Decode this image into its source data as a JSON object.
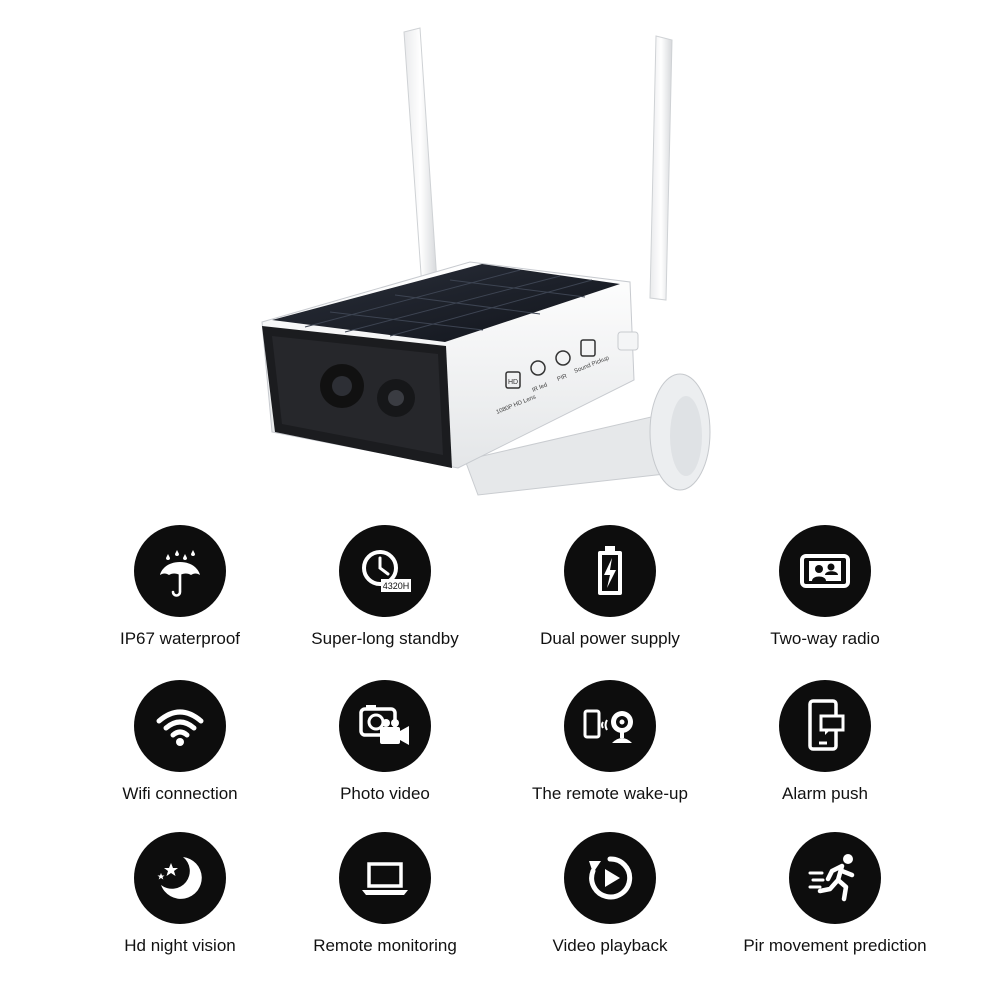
{
  "product": {
    "lens_label": "1080P HD Lens",
    "ir_label": "IR led",
    "pir_label": "PIR",
    "sound_label": "Sound Pickup",
    "hd_badge": "HD"
  },
  "features": [
    {
      "label": "IP67 waterproof",
      "icon": "umbrella-rain-icon"
    },
    {
      "label": "Super-long standby",
      "icon": "clock-standby-icon",
      "badge": "4320H"
    },
    {
      "label": "Dual power supply",
      "icon": "battery-bolt-icon"
    },
    {
      "label": "Two-way radio",
      "icon": "phone-video-call-icon"
    },
    {
      "label": "Wifi connection",
      "icon": "wifi-icon"
    },
    {
      "label": "Photo video",
      "icon": "camera-video-icon"
    },
    {
      "label": "The remote wake-up",
      "icon": "phone-webcam-wake-icon"
    },
    {
      "label": "Alarm push",
      "icon": "phone-alert-icon"
    },
    {
      "label": "Hd night vision",
      "icon": "moon-stars-icon"
    },
    {
      "label": "Remote monitoring",
      "icon": "laptop-icon"
    },
    {
      "label": "Video playback",
      "icon": "replay-icon"
    },
    {
      "label": "Pir movement prediction",
      "icon": "running-person-icon"
    }
  ]
}
